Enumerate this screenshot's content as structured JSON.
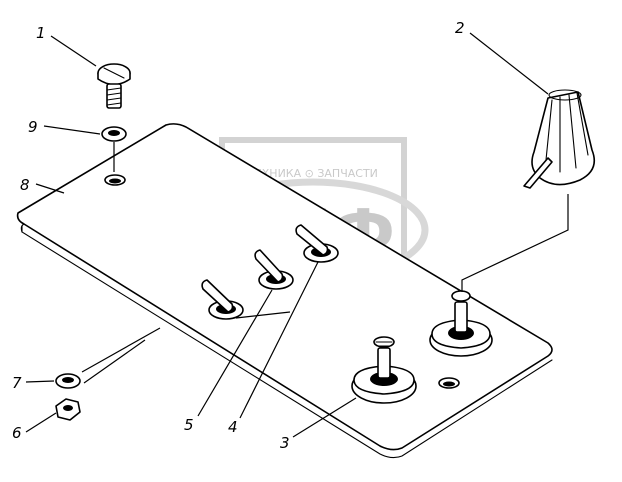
{
  "callouts": {
    "c1": "1",
    "c2": "2",
    "c3": "3",
    "c4": "4",
    "c5": "5",
    "c6": "6",
    "c7": "7",
    "c8": "8",
    "c9": "9"
  },
  "watermark": {
    "top_text": "ТЕХНИКА ⊙ ЗАПЧАСТИ",
    "big_text": "ЭПФ"
  },
  "colors": {
    "ink": "#000000",
    "watermark": "#c4c4c4",
    "background": "#ffffff"
  }
}
